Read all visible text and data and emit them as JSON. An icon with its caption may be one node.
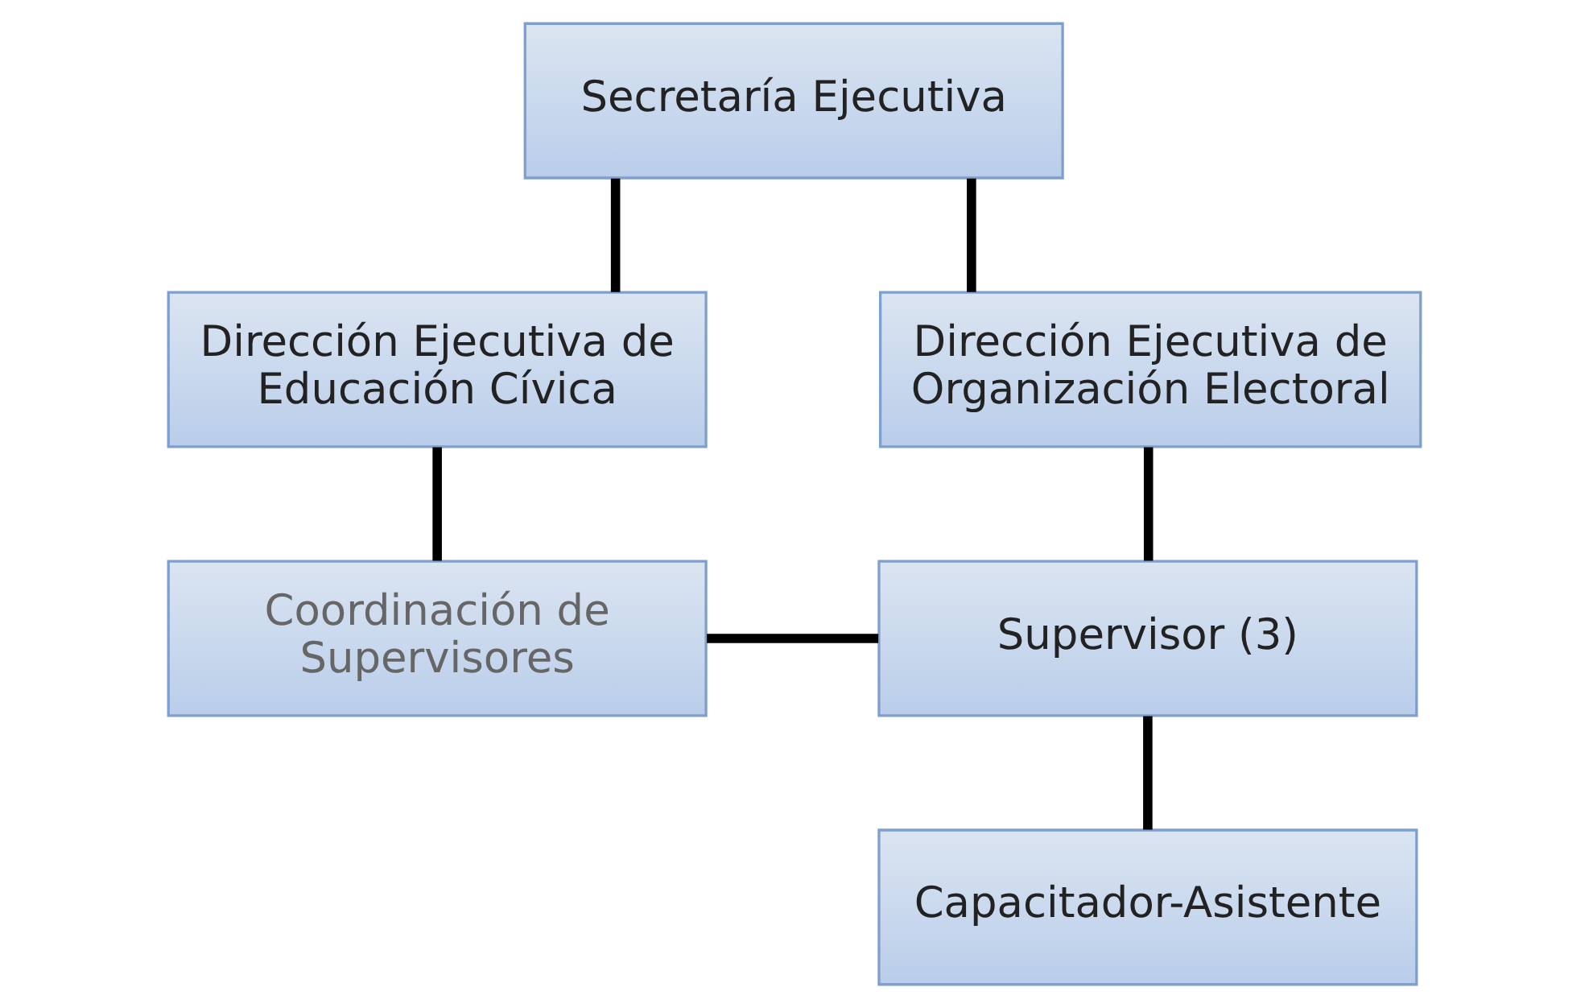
{
  "diagram": {
    "nodes": [
      {
        "text": [
          "Secretaría Ejecutiva"
        ]
      },
      {
        "text": [
          "Dirección Ejecutiva de Organización Electoral"
        ]
      },
      {
        "text": [
          "Dirección Ejecutiva de Educación Cívica"
        ]
      },
      {
        "text": [
          "Supervisor (3)"
        ]
      },
      {
        "text": [
          "Coordinación de Supervisores"
        ]
      },
      {
        "text": [
          "Capacitador-Asistente"
        ]
      }
    ],
    "edges": [
      {
        "from": 0,
        "to": 1,
        "arrow": "none"
      },
      {
        "from": 0,
        "to": 2,
        "arrow": "none"
      },
      {
        "from": 1,
        "to": 3,
        "arrow": "none"
      },
      {
        "from": 2,
        "to": 4,
        "arrow": "none"
      },
      {
        "from": 4,
        "to": 3,
        "arrow": "none"
      },
      {
        "from": 3,
        "to": 5,
        "arrow": "none"
      }
    ]
  }
}
